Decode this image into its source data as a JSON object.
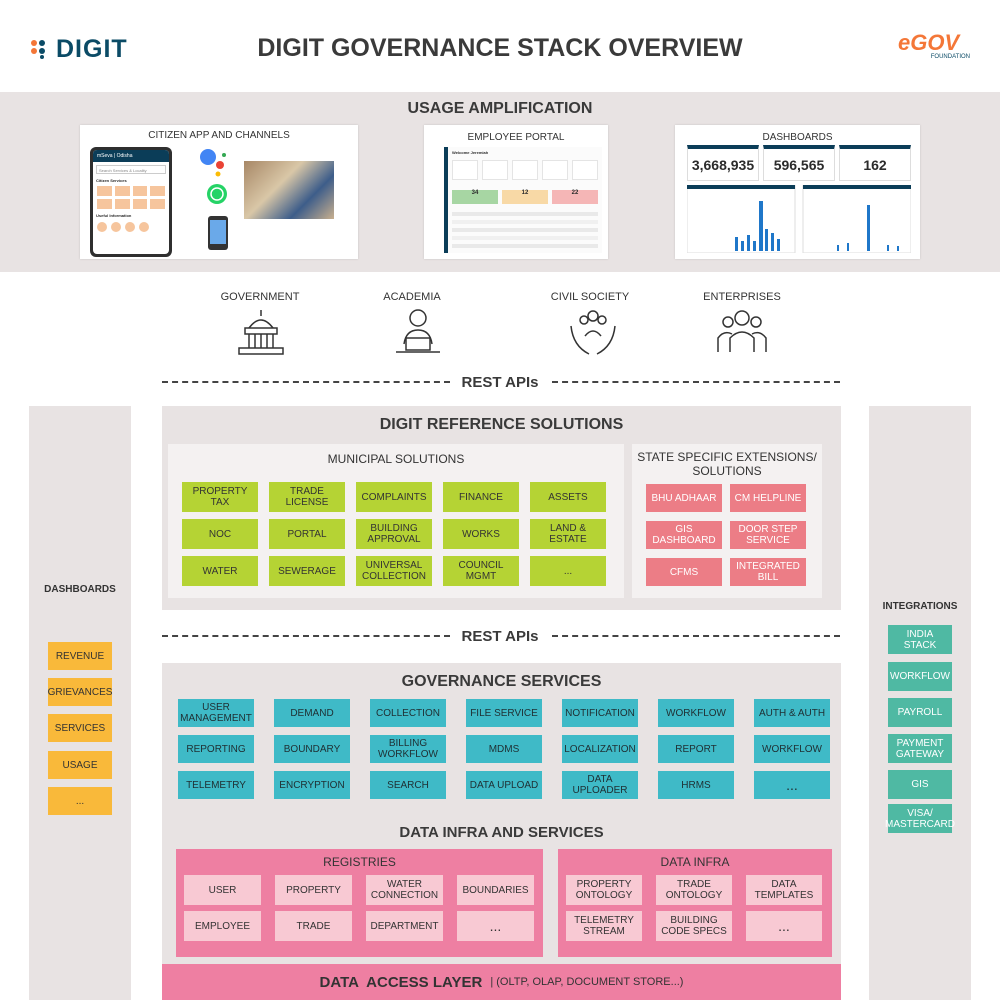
{
  "header": {
    "logo_text": "DIGIT",
    "title": "DIGIT GOVERNANCE STACK OVERVIEW",
    "egov_logo": "eGOV",
    "egov_sub": "FOUNDATION"
  },
  "usage": {
    "title": "USAGE AMPLIFICATION",
    "cards": [
      {
        "label": "CITIZEN APP AND CHANNELS"
      },
      {
        "label": "EMPLOYEE PORTAL"
      },
      {
        "label": "DASHBOARDS",
        "stats": [
          "3,668,935",
          "596,565",
          "162"
        ]
      }
    ],
    "phone_header": "mSeva | Odisha",
    "phone_search": "Search Services & Locality",
    "phone_section1": "Citizen Services",
    "phone_section2": "Useful Information",
    "portal_section": "Welcome Jeremiah",
    "portal_counts": [
      "34",
      "12",
      "22"
    ]
  },
  "stakeholders": [
    {
      "label": "GOVERNMENT",
      "icon": "government-building-icon"
    },
    {
      "label": "ACADEMIA",
      "icon": "person-laptop-icon"
    },
    {
      "label": "CIVIL SOCIETY",
      "icon": "hands-people-icon"
    },
    {
      "label": "ENTERPRISES",
      "icon": "business-people-icon"
    }
  ],
  "rest_api_1": "REST APIs",
  "rest_api_2": "REST APIs",
  "reference": {
    "title": "DIGIT REFERENCE SOLUTIONS",
    "municipal_title": "MUNICIPAL SOLUTIONS",
    "municipal": [
      "PROPERTY TAX",
      "TRADE LICENSE",
      "COMPLAINTS",
      "FINANCE",
      "ASSETS",
      "NOC",
      "PORTAL",
      "BUILDING APPROVAL",
      "WORKS",
      "LAND & ESTATE",
      "WATER",
      "SEWERAGE",
      "UNIVERSAL COLLECTION",
      "COUNCIL MGMT",
      "..."
    ],
    "state_title": "STATE SPECIFIC EXTENSIONS/ SOLUTIONS",
    "state": [
      "BHU ADHAAR",
      "CM HELPLINE",
      "GIS DASHBOARD",
      "DOOR STEP SERVICE",
      "CFMS",
      "INTEGRATED BILL"
    ]
  },
  "dashboards_side": {
    "title": "DASHBOARDS",
    "items": [
      "REVENUE",
      "GRIEVANCES",
      "SERVICES",
      "USAGE",
      "..."
    ]
  },
  "integrations_side": {
    "title": "INTEGRATIONS",
    "items": [
      "INDIA STACK",
      "WORKFLOW",
      "PAYROLL",
      "PAYMENT GATEWAY",
      "GIS",
      "VISA/ MASTERCARD"
    ]
  },
  "governance": {
    "title": "GOVERNANCE SERVICES",
    "services": [
      "USER MANAGEMENT",
      "DEMAND",
      "COLLECTION",
      "FILE SERVICE",
      "NOTIFICATION",
      "WORKFLOW",
      "AUTH & AUTH",
      "REPORTING",
      "BOUNDARY",
      "BILLING WORKFLOW",
      "MDMS",
      "LOCALIZATION",
      "REPORT",
      "WORKFLOW",
      "TELEMETRY",
      "ENCRYPTION",
      "SEARCH",
      "DATA UPLOAD",
      "DATA UPLOADER",
      "HRMS",
      "..."
    ]
  },
  "data_infra_services": {
    "title": "DATA INFRA AND SERVICES",
    "registries_title": "REGISTRIES",
    "registries": [
      "USER",
      "PROPERTY",
      "WATER CONNECTION",
      "BOUNDARIES",
      "EMPLOYEE",
      "TRADE",
      "DEPARTMENT",
      "..."
    ],
    "infra_title": "DATA INFRA",
    "infra": [
      "PROPERTY ONTOLOGY",
      "TRADE ONTOLOGY",
      "DATA TEMPLATES",
      "TELEMETRY STREAM",
      "BUILDING CODE SPECS",
      "..."
    ]
  },
  "data_access": {
    "title": "DATA  ACCESS LAYER",
    "subtitle": "| (OLTP, OLAP, DOCUMENT STORE...)"
  },
  "colors": {
    "green": "#b5d334",
    "red": "#ec7d86",
    "teal": "#3fbac7",
    "pink_band": "#ee7fa2",
    "yellow": "#f9b93a",
    "integration_teal": "#4fb9a3"
  }
}
